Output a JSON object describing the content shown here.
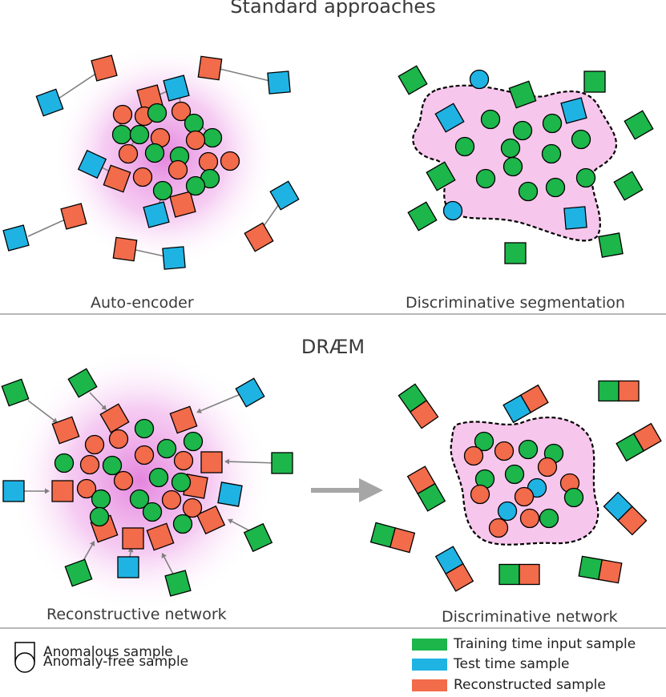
{
  "titles": {
    "standard": "Standard approaches",
    "draem": "DRÆM"
  },
  "captions": {
    "autoencoder": "Auto-encoder",
    "discriminative_segmentation": "Discriminative segmentation",
    "reconstructive_network": "Reconstructive network",
    "discriminative_network": "Discriminative network"
  },
  "legend": {
    "anomalous": "Anomalous sample",
    "anomaly_free": "Anomaly-free sample",
    "training": "Training time input sample",
    "test": "Test time sample",
    "reconstructed": "Reconstructed sample"
  },
  "colors": {
    "training": "#1cb64a",
    "test": "#1fb3e4",
    "reconstructed": "#f26b4a",
    "region": "#f7c6ec",
    "glow": "#e070d8",
    "arrow": "#808080",
    "big_arrow": "#a6a6a6",
    "divider": "#a0a0a0"
  }
}
